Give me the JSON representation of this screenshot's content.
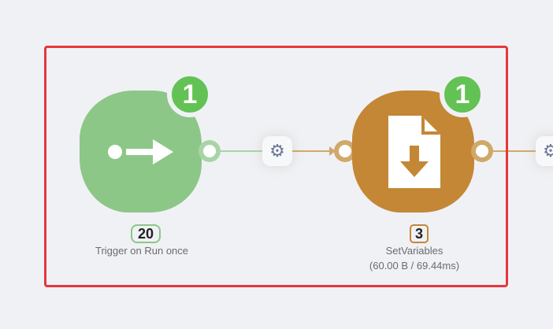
{
  "nodes": [
    {
      "name": "Trigger on Run once",
      "count": "20",
      "badge": "1",
      "color": "#8cc788",
      "icon": "arrow-right-icon"
    },
    {
      "name": "SetVariables",
      "count": "3",
      "badge": "1",
      "stats": "(60.00 B / 69.44ms)",
      "color": "#c48735",
      "icon": "file-download-icon"
    }
  ],
  "colors": {
    "badge": "#63c254",
    "selection": "#e8363d",
    "edge_success": "#8cc788",
    "edge_tan": "#d0a86a"
  }
}
